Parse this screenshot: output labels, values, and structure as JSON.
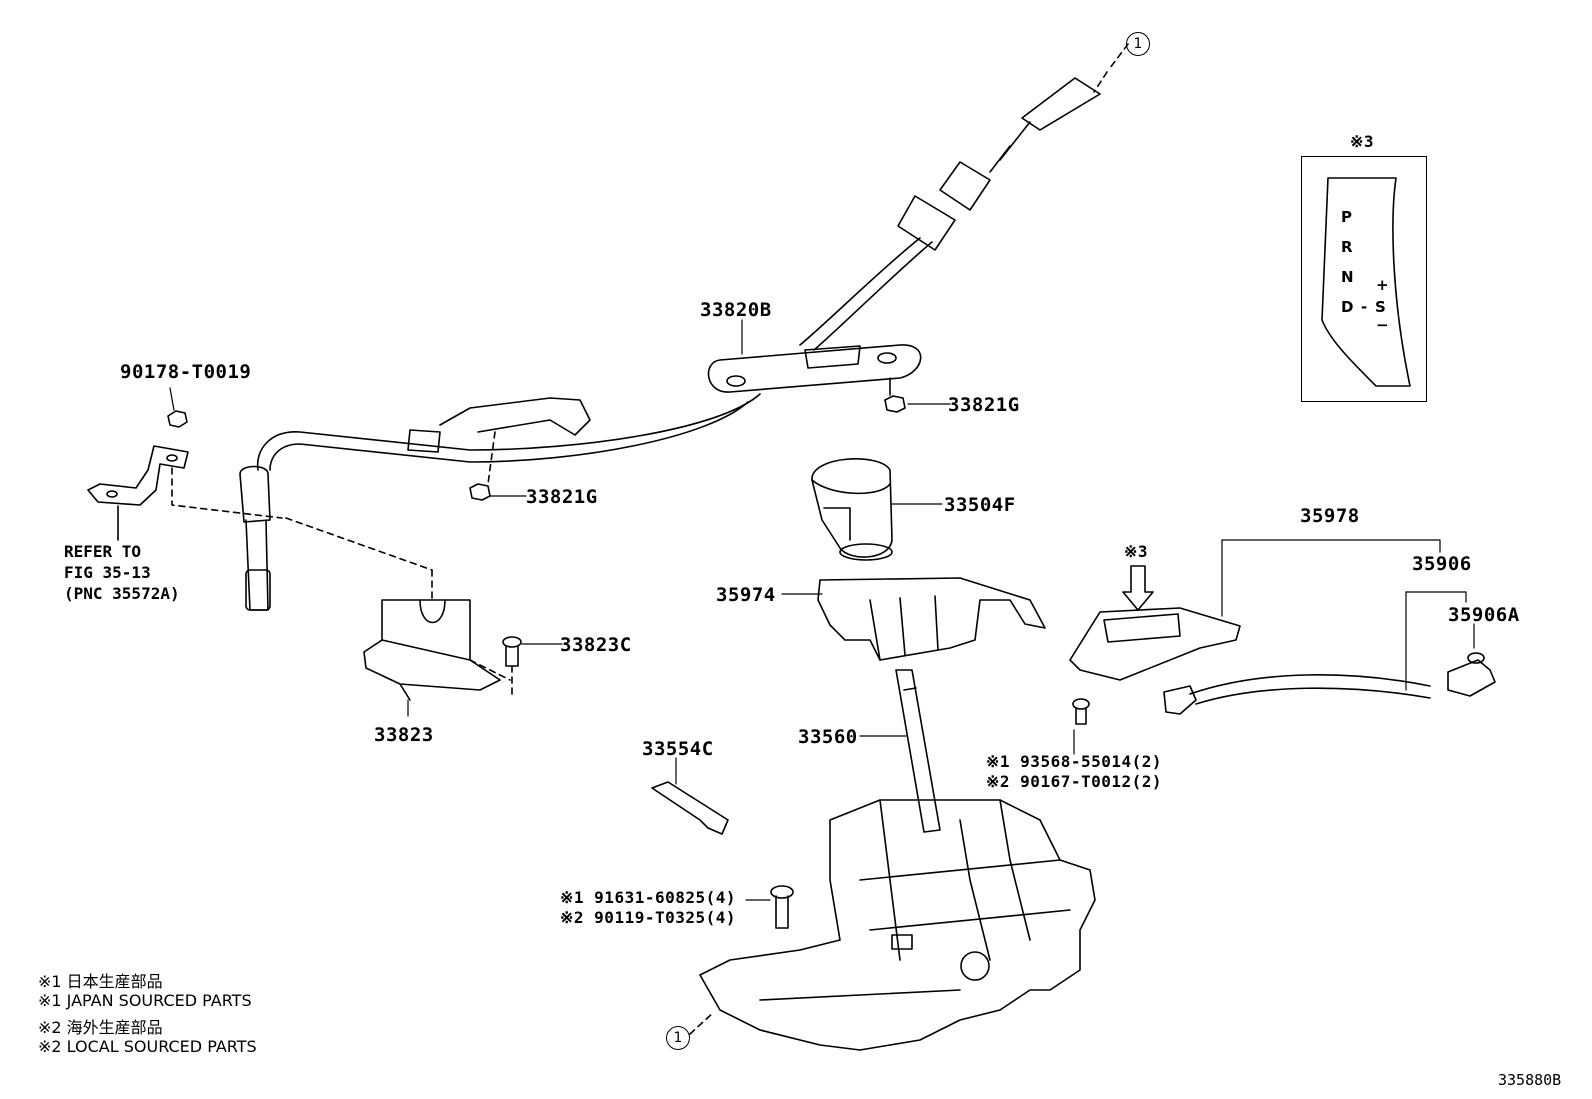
{
  "parts": {
    "p90178": "90178-T0019",
    "p33820B": "33820B",
    "p33821G_a": "33821G",
    "p33821G_b": "33821G",
    "p33504F": "33504F",
    "p35978": "35978",
    "p35906": "35906",
    "p35906A": "35906A",
    "p35974": "35974",
    "p33823C": "33823C",
    "p33823": "33823",
    "p33554C": "33554C",
    "p33560": "33560",
    "ref_line1": "REFER TO",
    "ref_line2": "FIG 35-13",
    "ref_line3": "(PNC 35572A)",
    "bolt1_a": "※1 93568-55014(2)",
    "bolt1_b": "※2 90167-T0012(2)",
    "bolt2_a": "※1 91631-60825(4)",
    "bolt2_b": "※2 90119-T0325(4)",
    "mark3_inset": "※3",
    "mark3_arrow": "※3",
    "circle_top": "1",
    "circle_bottom": "1"
  },
  "inset": {
    "gear_p1": "P",
    "gear_r": "R",
    "gear_n": "N",
    "gear_d": "D",
    "gear_dash": "-",
    "gear_s": "S",
    "gear_plus": "+",
    "gear_minus": "−"
  },
  "notes": {
    "n1": "※1 日本生産部品",
    "n2": "※1 JAPAN SOURCED PARTS",
    "n3": "※2 海外生産部品",
    "n4": "※2 LOCAL SOURCED PARTS"
  },
  "figure_id": "335880B"
}
